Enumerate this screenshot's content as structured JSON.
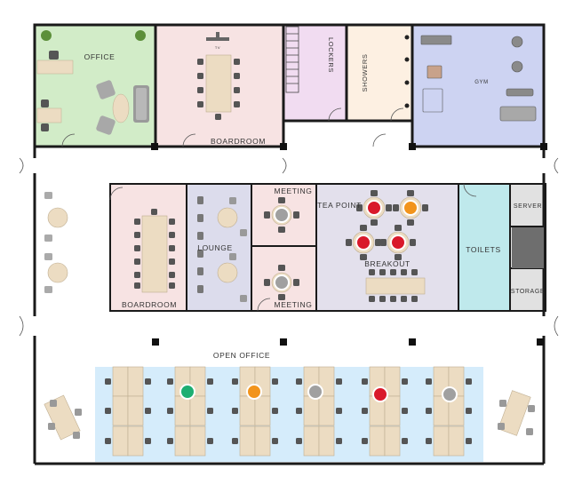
{
  "rooms": {
    "office": "OFFICE",
    "boardroom_top": "BOARDROOM",
    "lockers": "LOCKERS",
    "showers": "SHOWERS",
    "gym": "GYM",
    "tv": "TV",
    "boardroom_mid": "BOARDROOM",
    "lounge": "LOUNGE",
    "meeting_top": "MEETING",
    "meeting_bottom": "MEETING",
    "tea_point": "TEA POINT",
    "breakout": "BREAKOUT",
    "toilets": "TOILETS",
    "server": "SERVER",
    "storage": "STORAGE",
    "open_office": "OPEN OFFICE"
  },
  "colors": {
    "office_floor": "#d2ecc8",
    "boardroom_floor": "#f7e3e3",
    "lockers_floor": "#f1dcf1",
    "showers_floor": "#fdf0e2",
    "gym_floor": "#cdd3f2",
    "lounge_floor": "#dcdcec",
    "breakout_floor": "#e3e0ec",
    "toilets_floor": "#bfe9ec",
    "server_floor": "#e1e1e1",
    "workstation_zone": "#d5ecfb",
    "wood": "#ecdcc2",
    "chair": "#555555",
    "marker_red": "#d9192b",
    "marker_orange": "#f2941c",
    "marker_gray": "#a0a0a0",
    "marker_green": "#1eae72"
  },
  "markers": [
    {
      "name": "marker-tea-point-1",
      "color": "red"
    },
    {
      "name": "marker-tea-point-2",
      "color": "orange"
    },
    {
      "name": "marker-breakout-1",
      "color": "red"
    },
    {
      "name": "marker-breakout-2",
      "color": "red"
    },
    {
      "name": "marker-meeting-top",
      "color": "gray"
    },
    {
      "name": "marker-meeting-bottom",
      "color": "gray"
    },
    {
      "name": "marker-desk-cluster-2",
      "color": "green"
    },
    {
      "name": "marker-desk-cluster-3",
      "color": "orange"
    },
    {
      "name": "marker-desk-cluster-4",
      "color": "gray"
    },
    {
      "name": "marker-desk-cluster-5",
      "color": "red"
    },
    {
      "name": "marker-desk-cluster-6",
      "color": "gray"
    }
  ]
}
